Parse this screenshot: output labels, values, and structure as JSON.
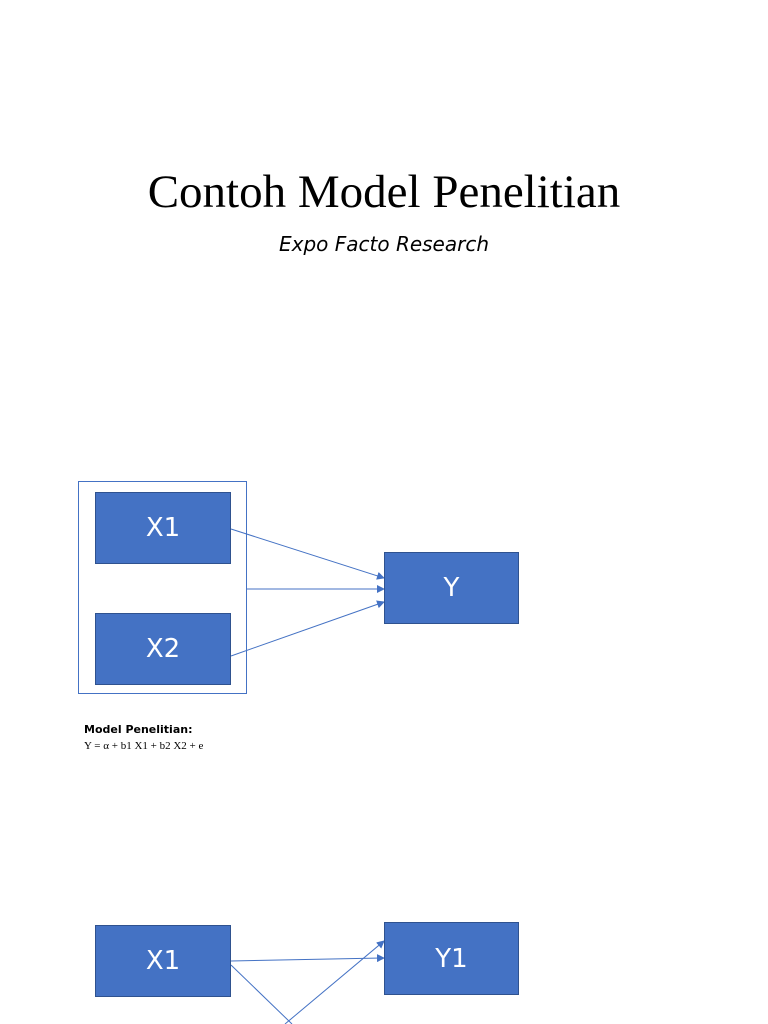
{
  "slide1": {
    "title": "Contoh Model Penelitian",
    "subtitle": "Expo Facto Research"
  },
  "diagram1": {
    "x1_label": "X1",
    "x2_label": "X2",
    "y_label": "Y",
    "model_label": "Model Penelitian:",
    "model_equation": "Y = α + b1 X1 + b2 X2 + e"
  },
  "diagram2": {
    "x1_label": "X1",
    "y1_label": "Y1"
  },
  "colors": {
    "box_fill": "#4472C4",
    "box_border": "#2F528F",
    "arrow": "#4472C4"
  }
}
